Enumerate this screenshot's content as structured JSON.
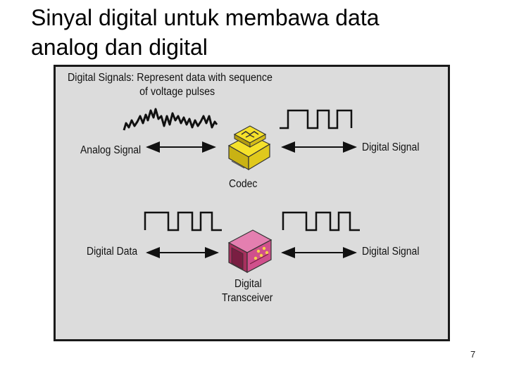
{
  "slide": {
    "title": "Sinyal digital untuk membawa data\nanalog dan digital",
    "page_number": "7"
  },
  "figure": {
    "caption_line1": "Digital Signals: Represent data with sequence",
    "caption_line2": "of voltage pulses",
    "top_row": {
      "left_label": "Analog Signal",
      "device_label": "Codec",
      "right_label": "Digital Signal"
    },
    "bottom_row": {
      "left_label": "Digital Data",
      "device_label_line1": "Digital",
      "device_label_line2": "Transceiver",
      "right_label": "Digital Signal"
    },
    "colors": {
      "background": "#dcdcdc",
      "codec": "#f5e12a",
      "transceiver": "#d0508c"
    },
    "icons": [
      "analog-wave-icon",
      "square-wave-icon",
      "codec-chip-icon",
      "transceiver-box-icon",
      "double-arrow-icon"
    ]
  }
}
